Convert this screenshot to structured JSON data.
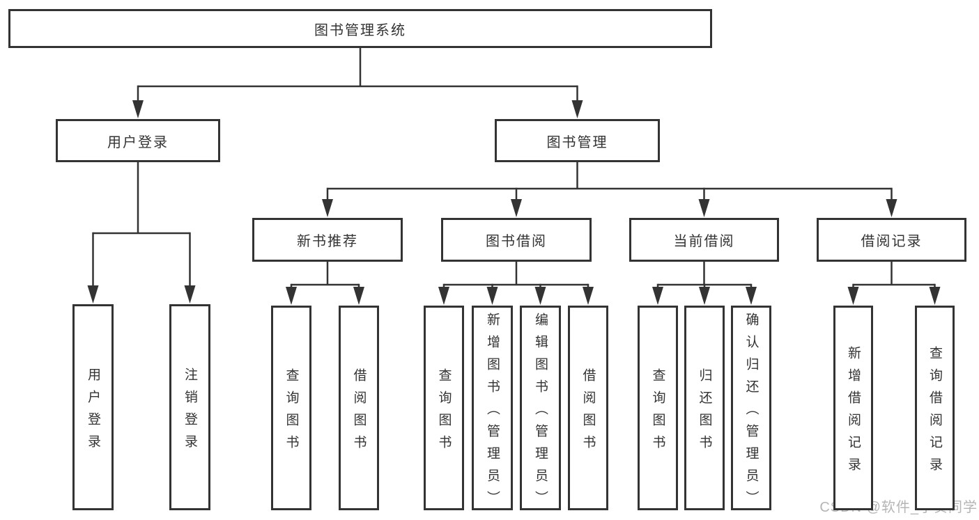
{
  "diagram": {
    "tree": {
      "id": "system",
      "label": "图书管理系统",
      "children": [
        {
          "id": "user-login",
          "label": "用户登录",
          "children": [
            {
              "id": "login",
              "label": "用户登录"
            },
            {
              "id": "logout",
              "label": "注销登录"
            }
          ]
        },
        {
          "id": "book-mgmt",
          "label": "图书管理",
          "children": [
            {
              "id": "new-book-rec",
              "label": "新书推荐",
              "children": [
                {
                  "id": "nbr-query",
                  "label": "查询图书"
                },
                {
                  "id": "nbr-borrow",
                  "label": "借阅图书"
                }
              ]
            },
            {
              "id": "book-borrow",
              "label": "图书借阅",
              "children": [
                {
                  "id": "bb-query",
                  "label": "查询图书"
                },
                {
                  "id": "bb-add",
                  "label": "新增图书（管理员）"
                },
                {
                  "id": "bb-edit",
                  "label": "编辑图书（管理员）"
                },
                {
                  "id": "bb-borrow",
                  "label": "借阅图书"
                }
              ]
            },
            {
              "id": "current-borrow",
              "label": "当前借阅",
              "children": [
                {
                  "id": "cb-query",
                  "label": "查询图书"
                },
                {
                  "id": "cb-return",
                  "label": "归还图书"
                },
                {
                  "id": "cb-confirm",
                  "label": "确认归还（管理员）"
                }
              ]
            },
            {
              "id": "borrow-records",
              "label": "借阅记录",
              "children": [
                {
                  "id": "br-add",
                  "label": "新增借阅记录"
                },
                {
                  "id": "br-query",
                  "label": "查询借阅记录"
                }
              ]
            }
          ]
        }
      ]
    }
  },
  "watermark": {
    "text": "CSDN @软件_小贺同学"
  },
  "colors": {
    "line": "#333333",
    "box_border": "#333333",
    "text": "#333333",
    "background": "#ffffff",
    "watermark": "#b5b5b5"
  }
}
